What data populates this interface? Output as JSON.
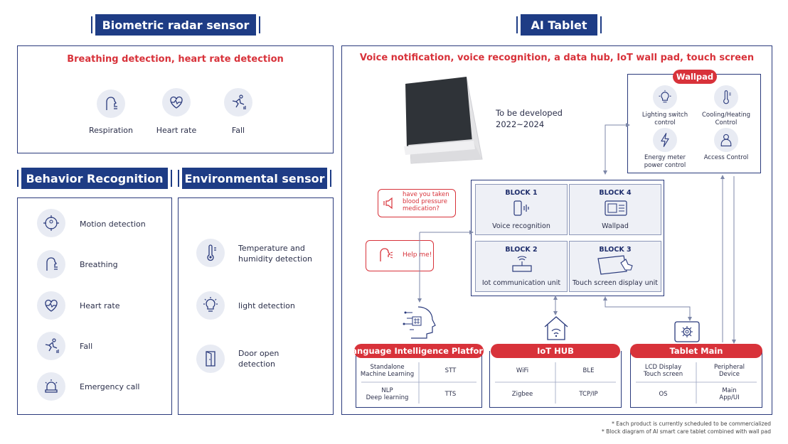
{
  "radar": {
    "title": "Biometric radar sensor",
    "subtitle": "Breathing detection, heart rate detection",
    "items": [
      "Respiration",
      "Heart rate",
      "Fall"
    ]
  },
  "behavior": {
    "title": "Behavior Recognition",
    "items": [
      "Motion detection",
      "Breathing",
      "Heart rate",
      "Fall",
      "Emergency call"
    ]
  },
  "environment": {
    "title": "Environmental sensor",
    "items": [
      {
        "line1": "Temperature and",
        "line2": "humidity detection"
      },
      {
        "line1": "light detection",
        "line2": ""
      },
      {
        "line1": "Door open",
        "line2": "detection"
      }
    ]
  },
  "tablet": {
    "title": "AI Tablet",
    "subtitle": "Voice notification, voice recognition, a data hub, IoT wall pad, touch screen",
    "dev_line1": "To be developed",
    "dev_line2": "2022~2024"
  },
  "wallpad": {
    "label": "Wallpad",
    "items": [
      {
        "line1": "Lighting switch",
        "line2": "control"
      },
      {
        "line1": "Cooling/Heating",
        "line2": "Control"
      },
      {
        "line1": "Energy meter",
        "line2": "power control"
      },
      {
        "line1": "Access Control",
        "line2": ""
      }
    ]
  },
  "bubbles": {
    "question_l1": "have you taken",
    "question_l2": "blood pressure",
    "question_l3": "medication?",
    "help": "Help me!"
  },
  "blocks": [
    {
      "title": "BLOCK 1",
      "label": "Voice recognition"
    },
    {
      "title": "BLOCK 4",
      "label": "Wallpad"
    },
    {
      "title": "BLOCK 2",
      "label": "Iot communication unit"
    },
    {
      "title": "BLOCK 3",
      "label": "Touch screen display unit"
    }
  ],
  "platforms": {
    "lip": {
      "title": "Language Intelligence Platform",
      "c1a": "Standalone",
      "c1b": "Machine Learning",
      "c2": "STT",
      "c3a": "NLP",
      "c3b": "Deep learning",
      "c4": "TTS"
    },
    "iot": {
      "title": "IoT HUB",
      "c1": "WiFi",
      "c2": "BLE",
      "c3": "Zigbee",
      "c4": "TCP/IP"
    },
    "tab": {
      "title": "Tablet Main",
      "c1a": "LCD Display",
      "c1b": "Touch screen",
      "c2a": "Peripheral",
      "c2b": "Device",
      "c3": "OS",
      "c4a": "Main",
      "c4b": "App/UI"
    }
  },
  "footnotes": {
    "n1": "* Each product is currently scheduled to be commercialized",
    "n2": "* Block diagram of AI smart care tablet combined with wall pad"
  },
  "colors": {
    "navy": "#1e3c85",
    "red": "#d8323a",
    "icon_bg": "#e8ebf3"
  }
}
